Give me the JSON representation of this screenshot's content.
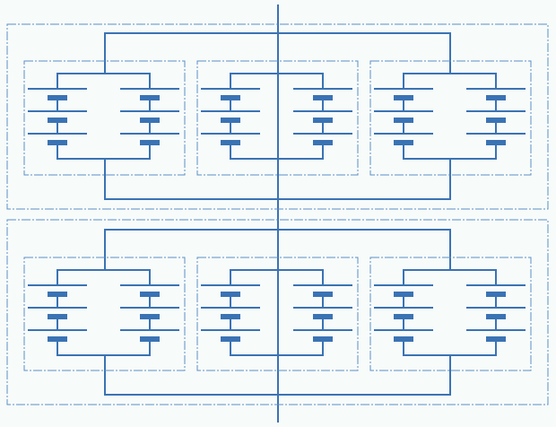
{
  "colors": {
    "background": "#f7fbfa",
    "wire": "#3a73b4",
    "frame": "#5b8fc5"
  },
  "layout": {
    "groups": 2,
    "modules_per_group": 3,
    "cells_per_column": 3,
    "columns_per_module": 2
  }
}
